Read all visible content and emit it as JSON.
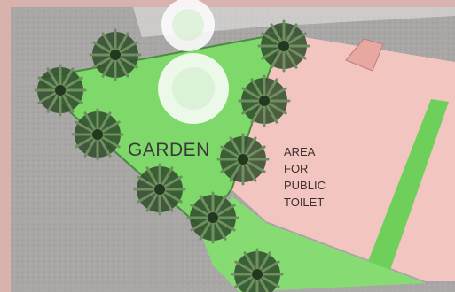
{
  "map": {
    "garden_label": "GARDEN",
    "area_label_lines": [
      "AREA",
      "FOR",
      "PUBLIC",
      "TOILET"
    ]
  },
  "colors": {
    "frame": "#d8b2ad",
    "paving": "#a9a6a6",
    "lawn": "#7ed86a",
    "lawn_edge": "#4c8a44",
    "toilet_area": "#f3c5c1",
    "green_strip": "#6ed05a",
    "tree_dark": "#2f4a2a",
    "tree_light": "#6f8f60",
    "white_tree": "#ffffff"
  },
  "icons": [
    "tree-icon",
    "white-tree-icon",
    "building-block-icon"
  ]
}
